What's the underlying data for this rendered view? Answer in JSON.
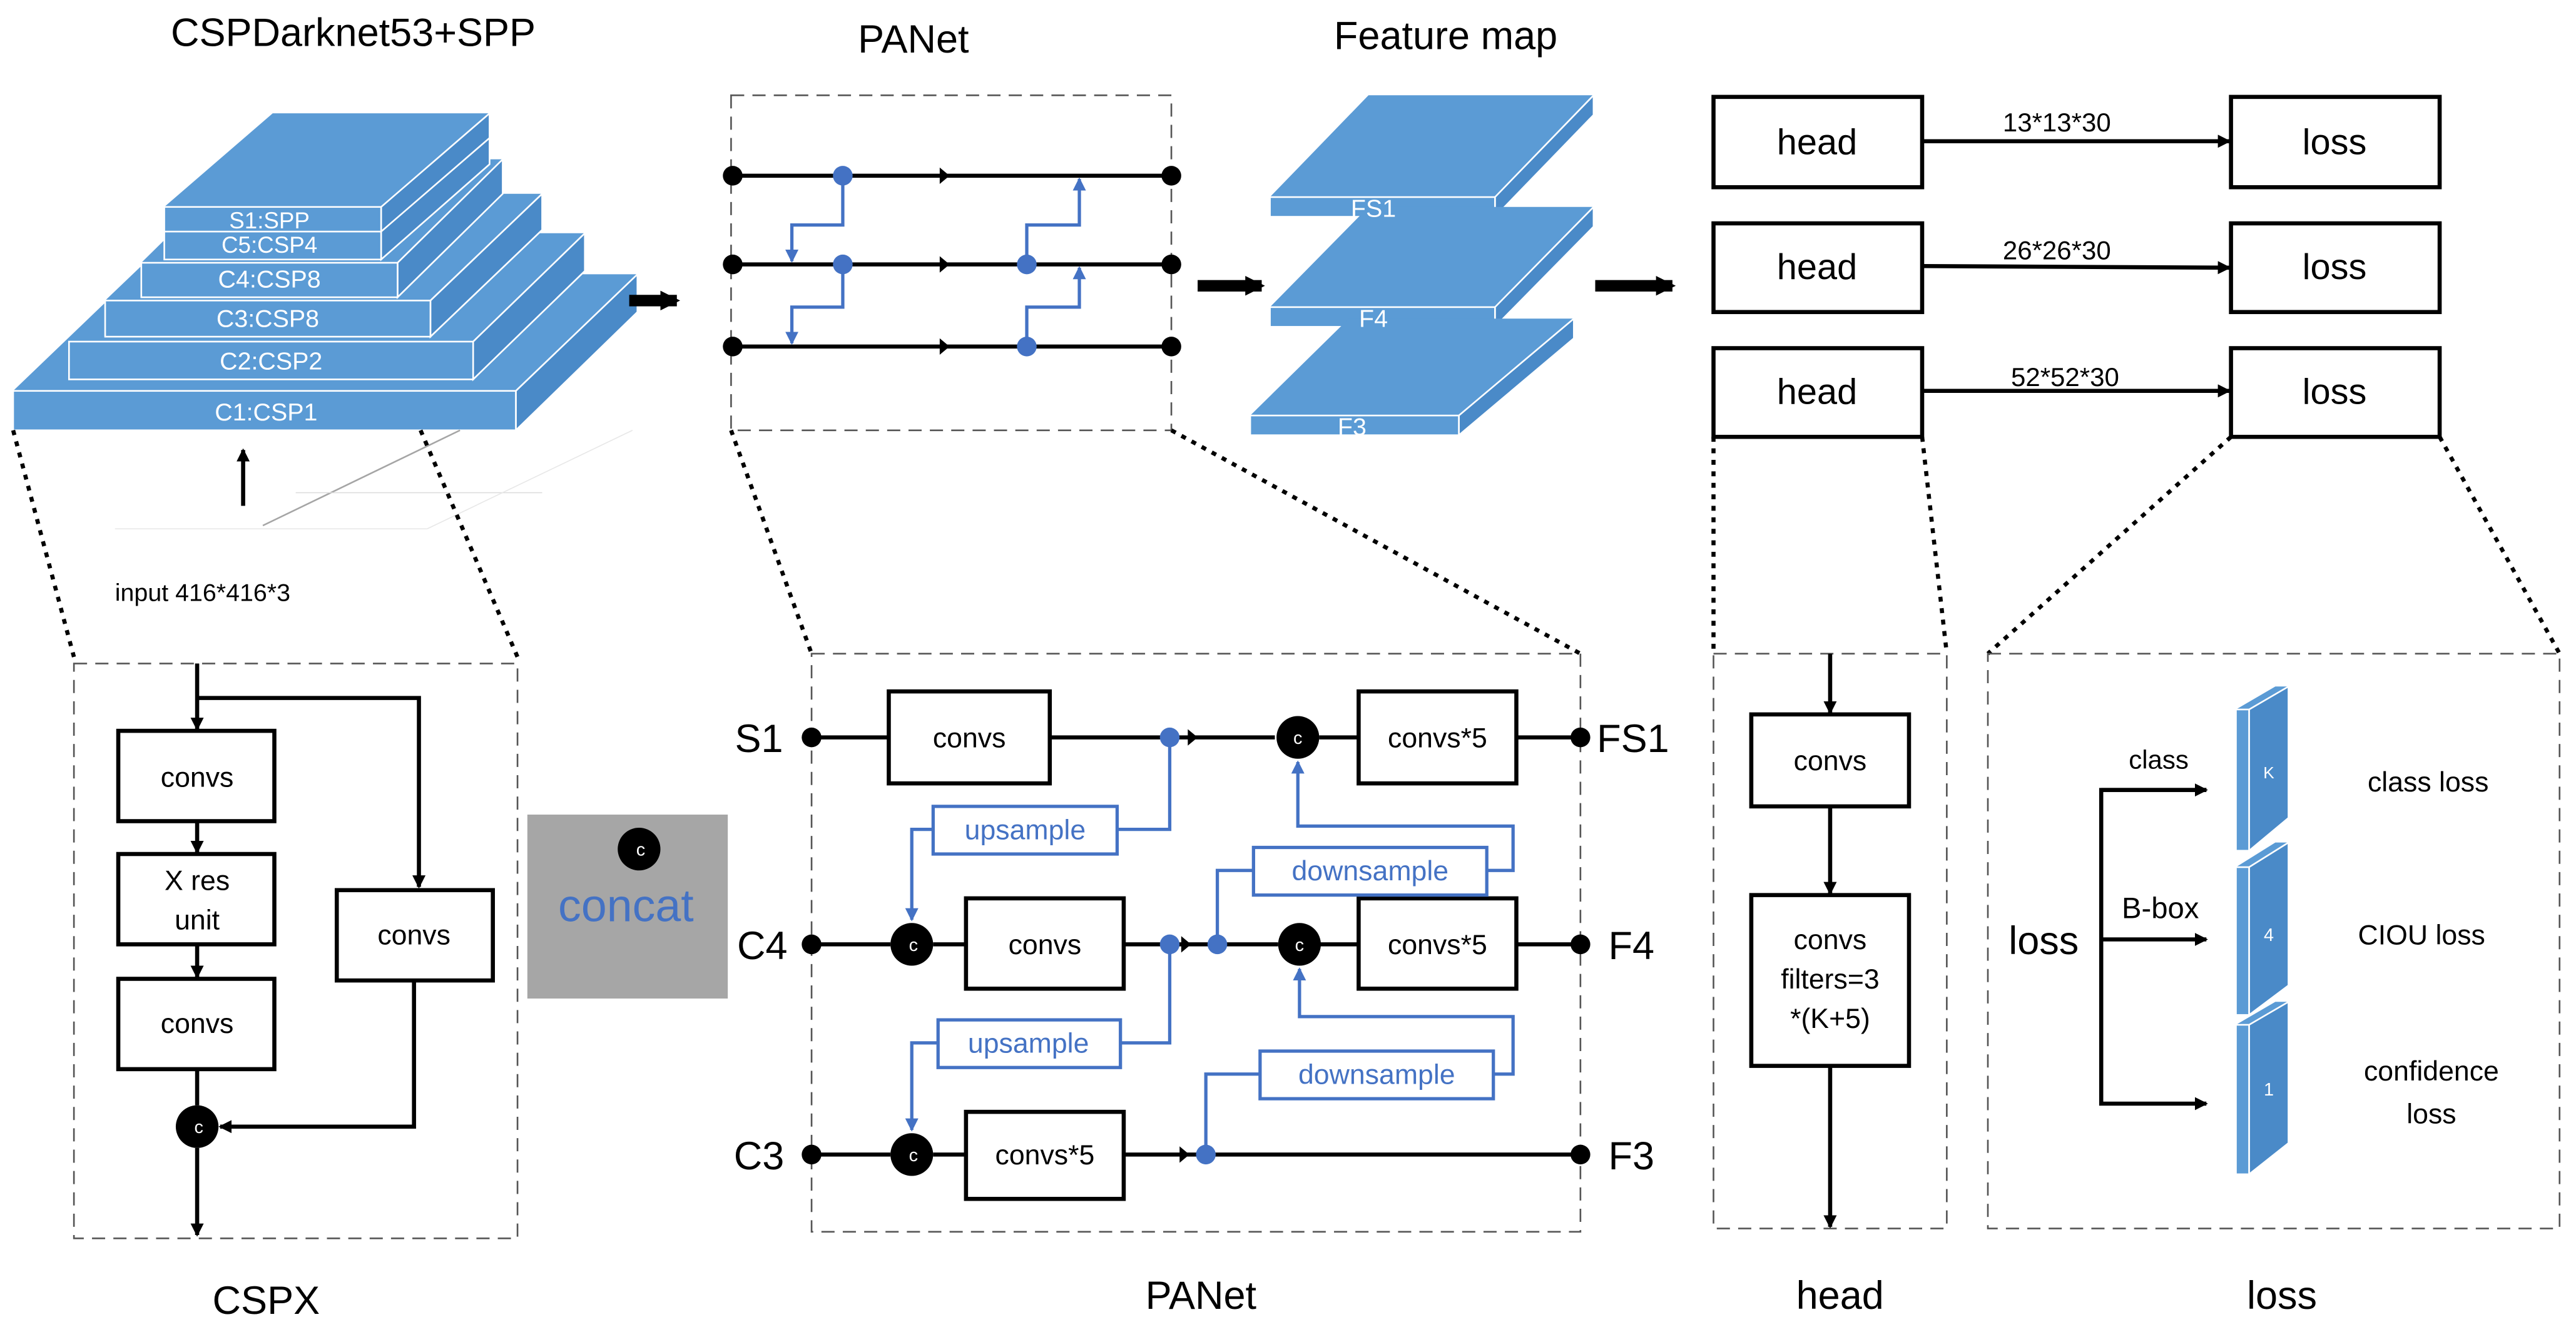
{
  "titles": {
    "backbone": "CSPDarknet53+SPP",
    "panet_top": "PANet",
    "feature_map": "Feature map",
    "cspx": "CSPX",
    "panet_bottom": "PANet",
    "head": "head",
    "loss": "loss"
  },
  "backbone": {
    "layers": [
      "S1:SPP",
      "C5:CSP4",
      "C4:CSP8",
      "C3:CSP8",
      "C2:CSP2",
      "C1:CSP1"
    ],
    "input_label": "input 416*416*3"
  },
  "feature_maps": [
    "FS1",
    "F4",
    "F3"
  ],
  "heads": [
    {
      "head": "head",
      "size": "13*13*30",
      "loss": "loss"
    },
    {
      "head": "head",
      "size": "26*26*30",
      "loss": "loss"
    },
    {
      "head": "head",
      "size": "52*52*30",
      "loss": "loss"
    }
  ],
  "cspx": {
    "convs_top": "convs",
    "res_line1": "X res",
    "res_line2": "unit",
    "convs_bottom": "convs",
    "convs_side": "convs",
    "concat_symbol": "c"
  },
  "legend": {
    "symbol": "c",
    "label": "concat"
  },
  "panet": {
    "inputs": [
      "S1",
      "C4",
      "C3"
    ],
    "outputs": [
      "FS1",
      "F4",
      "F3"
    ],
    "convs": "convs",
    "convs5": "convs*5",
    "upsample": "upsample",
    "downsample": "downsample",
    "concat_symbol": "c"
  },
  "head_detail": {
    "convs": "convs",
    "line1": "convs",
    "line2": "filters=3",
    "line3": "*(K+5)"
  },
  "loss_detail": {
    "root": "loss",
    "branches": [
      "class",
      "B-box",
      ""
    ],
    "tensor_labels": [
      "K",
      "4",
      "1"
    ],
    "loss_names": [
      "class loss",
      "CIOU loss",
      "confidence"
    ],
    "confidence_line2": "loss"
  },
  "colors": {
    "accent_blue": "#4472c4",
    "slab_blue": "#5b9bd5",
    "legend_gray": "#a6a6a6"
  }
}
